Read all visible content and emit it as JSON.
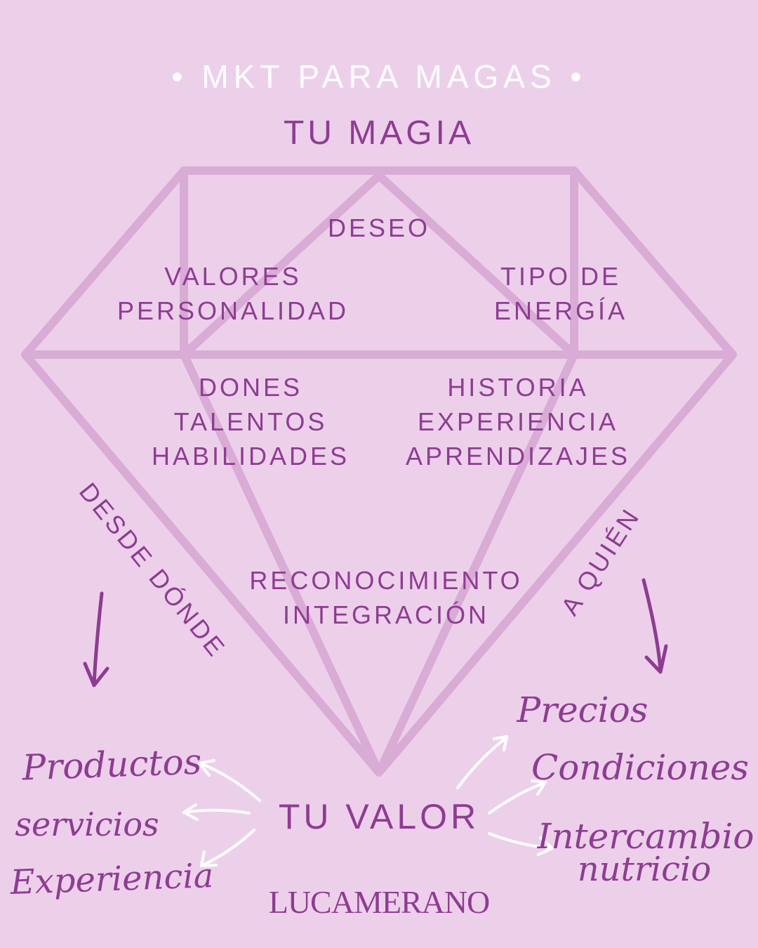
{
  "header": {
    "series_title": "• MKT PARA MAGAS •",
    "main_title": "TU MAGIA"
  },
  "diamond": {
    "top_center": "DESEO",
    "left_upper": [
      "VALORES",
      "PERSONALIDAD"
    ],
    "right_upper": [
      "TIPO DE",
      "ENERGÍA"
    ],
    "left_lower": [
      "DONES",
      "TALENTOS",
      "HABILIDADES"
    ],
    "right_lower": [
      "HISTORIA",
      "EXPERIENCIA",
      "APRENDIZAJES"
    ],
    "bottom": [
      "RECONOCIMIENTO",
      "INTEGRACIÓN"
    ]
  },
  "side_labels": {
    "left": "DESDE DÓNDE",
    "right": "A QUIÉN"
  },
  "value": {
    "center_label": "TU VALOR",
    "left_items": [
      "Productos",
      "servicios",
      "Experiencia"
    ],
    "right_items": [
      "Precios",
      "Condiciones",
      "Intercambio",
      "nutricio"
    ]
  },
  "brand": "LUCAMERANO",
  "colors": {
    "background": "#ecd0ea",
    "text_purple": "#8f3b93",
    "diamond_stroke": "#d8acd5",
    "arrows_white": "#ffffff"
  }
}
